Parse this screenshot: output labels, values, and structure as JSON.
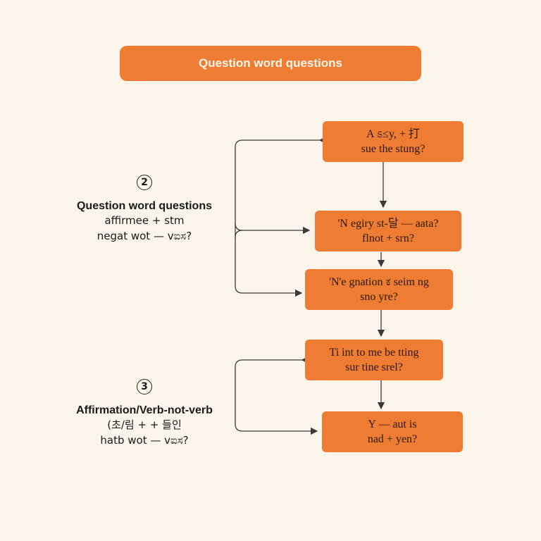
{
  "header": {
    "title": "Question word questions"
  },
  "sections": [
    {
      "number": "2",
      "title": "Question word questions",
      "lines": [
        "affirmee + stm",
        "negat wot — vಐಸ?"
      ]
    },
    {
      "number": "3",
      "title": "Affirmation/Verb-not-verb",
      "lines": [
        "(초/림 + + 들인",
        "hatb wot — vಐಸ?"
      ]
    }
  ],
  "boxes": [
    {
      "lines": [
        "A ಽ≤y, + 打",
        "sue the stung?"
      ]
    },
    {
      "lines": [
        "'N egiry st-달 — aata?",
        "flnot + srn?"
      ]
    },
    {
      "lines": [
        "'N'e gnation ಕ seim ng",
        "sno yre?"
      ]
    },
    {
      "lines": [
        "Ti int to me be tting",
        "sur tine srel?"
      ]
    },
    {
      "lines": [
        "Y — aut is",
        "nad + yen?"
      ]
    }
  ],
  "colors": {
    "accent": "#ee7c33",
    "background": "#fbf4ea",
    "line": "#3a3a3a"
  }
}
